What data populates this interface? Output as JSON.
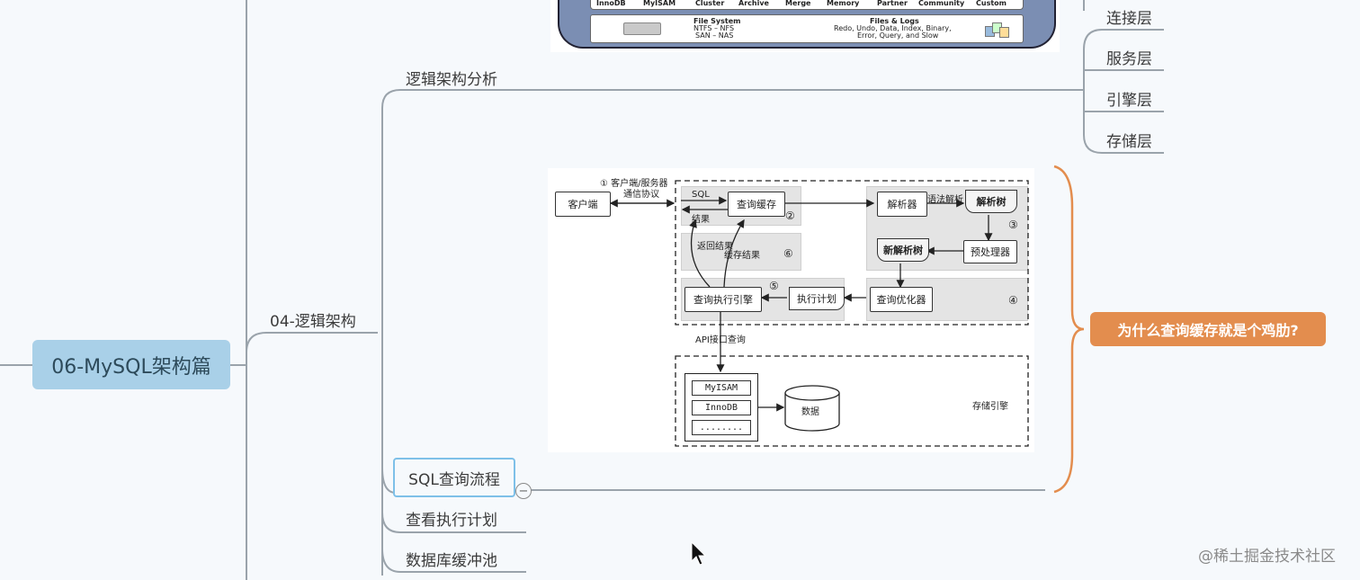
{
  "root": {
    "label": "06-MySQL架构篇"
  },
  "branch": {
    "label": "04-逻辑架构"
  },
  "children": {
    "logic_analysis": "逻辑架构分析",
    "sql_flow": "SQL查询流程",
    "explain_plan": "查看执行计划",
    "buffer_pool": "数据库缓冲池"
  },
  "layers": [
    "连接层",
    "服务层",
    "引擎层",
    "存储层"
  ],
  "callout": "为什么查询缓存就是个鸡肋?",
  "watermark": "@稀土掘金技术社区",
  "collapse_glyph": "−",
  "top_image": {
    "engines": [
      "InnoDB",
      "MyISAM",
      "Cluster",
      "Archive",
      "Merge",
      "Memory",
      "Partner",
      "Community",
      "Custom"
    ],
    "fs_title": "File System",
    "fs_line1": "NTFS – NFS",
    "fs_line2": "SAN – NAS",
    "logs_title": "Files & Logs",
    "logs_line1": "Redo, Undo, Data, Index, Binary,",
    "logs_line2": "Error, Query, and Slow"
  },
  "diagram": {
    "client": "客户端",
    "protocol_1": "① 客户端/服务器",
    "protocol_2": "通信协议",
    "sql": "SQL",
    "result": "结果",
    "query_cache": "查询缓存",
    "n2": "②",
    "return_result": "返回结果",
    "cache_result": "缓存结果",
    "n6": "⑥",
    "parser": "解析器",
    "syntax_parse": "语法解析",
    "parse_tree": "解析树",
    "n3": "③",
    "new_parse_tree": "新解析树",
    "preprocessor": "预处理器",
    "exec_engine": "查询执行引擎",
    "n5": "⑤",
    "exec_plan": "执行计划",
    "optimizer": "查询优化器",
    "n4": "④",
    "api_query": "API接口查询",
    "myisam": "MyISAM",
    "innodb": "InnoDB",
    "dots": "........",
    "data": "数据",
    "storage_engine": "存储引擎"
  }
}
